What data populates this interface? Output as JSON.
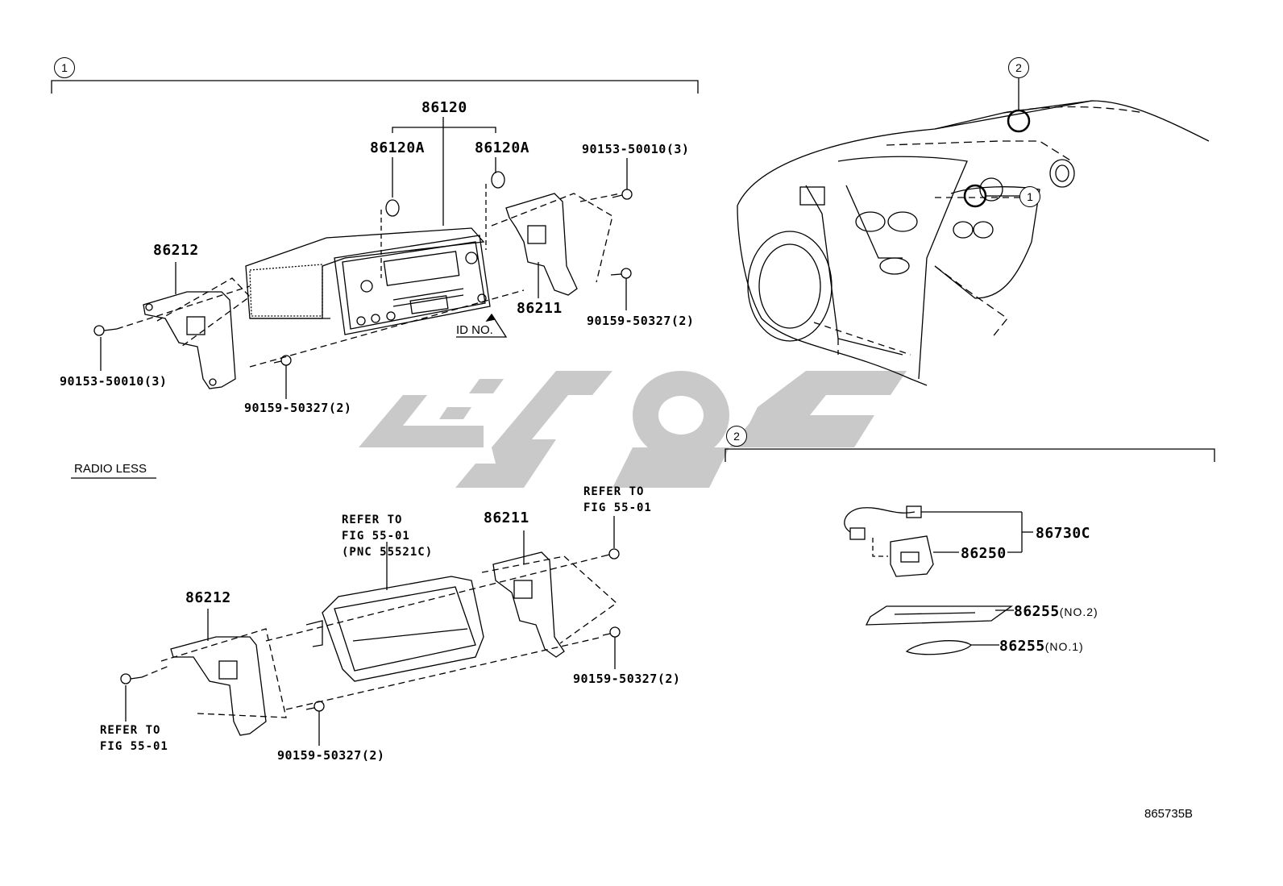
{
  "callouts": {
    "c1_group": "1",
    "c2_group_top": "2",
    "c2_group_right": "2",
    "c1_car": "1"
  },
  "radio_section": {
    "radio_assy": "86120",
    "knob_left": "86120A",
    "knob_right": "86120A",
    "bracket_left": "86212",
    "bracket_right": "86211",
    "bolt_top_right": "90153-50010(3)",
    "screw_right": "90159-50327(2)",
    "bolt_left": "90153-50010(3)",
    "screw_bottom": "90159-50327(2)",
    "id_no": "ID NO."
  },
  "radio_less_section": {
    "title": "RADIO LESS",
    "box_ref_lines": [
      "REFER TO",
      "FIG 55-01",
      "(PNC 55521C)"
    ],
    "bracket_right": "86211",
    "bracket_left": "86212",
    "top_ref_lines": [
      "REFER TO",
      "FIG 55-01"
    ],
    "screw_right": "90159-50327(2)",
    "left_ref_lines": [
      "REFER TO",
      "FIG 55-01"
    ],
    "screw_bottom": "90159-50327(2)"
  },
  "antenna_section": {
    "cord_assy": "86730C",
    "amplifier": "86250",
    "pad_no2_part": "86255",
    "pad_no2_suffix": "(NO.2)",
    "pad_no1_part": "86255",
    "pad_no1_suffix": "(NO.1)"
  },
  "figure_id": "865735B",
  "watermark_color": "#c8c8c8"
}
